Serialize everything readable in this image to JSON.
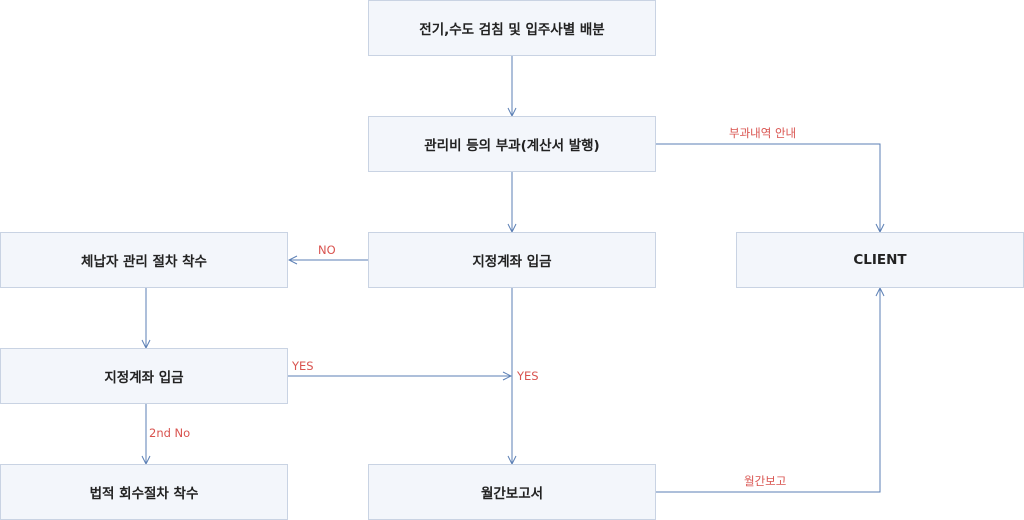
{
  "nodes": {
    "inspection": "전기,수도 검침 및 입주사별 배분",
    "billing": "관리비 등의 부과(계산서 발행)",
    "deposit_main": "지정계좌 입금",
    "client": "CLIENT",
    "delinquent": "체납자 관리 절차 착수",
    "deposit_second": "지정계좌 입금",
    "legal": "법적 회수절차 착수",
    "monthly_report": "월간보고서"
  },
  "edge_labels": {
    "billing_notice": "부과내역 안내",
    "no": "NO",
    "yes_left": "YES",
    "yes_right": "YES",
    "second_no": "2nd No",
    "monthly_report": "월간보고"
  },
  "colors": {
    "box_fill": "#f3f6fb",
    "box_border": "#c9d3e3",
    "line": "#5b7fb5",
    "label": "#d9534f"
  }
}
